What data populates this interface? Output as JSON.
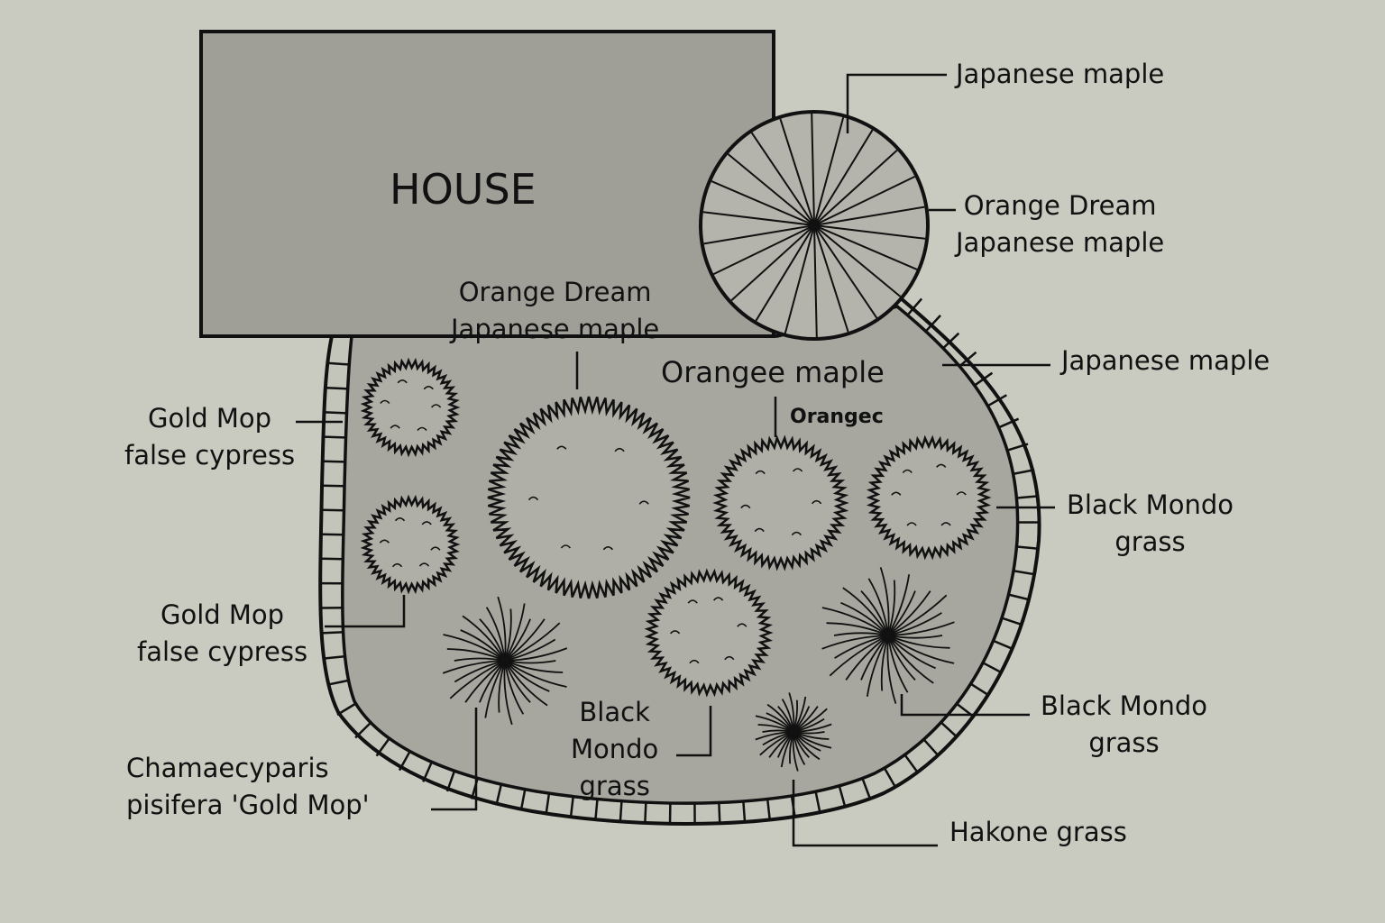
{
  "title": "HOUSE",
  "colors": {
    "background": "#c9cbc0",
    "house_fill": "#9f9e97",
    "bed_fill": "#a7a69f",
    "border_fill": "#c4c5ba",
    "ink": "#111111"
  },
  "labels": {
    "top_right_japanese_maple": "Japanese maple",
    "orange_dream_right": {
      "line1": "Orange Dream",
      "line2": "Japanese maple"
    },
    "orange_dream_center": {
      "line1": "Orange Dream",
      "line2": "Japanese maple"
    },
    "right_japanese_maple": "Japanese maple",
    "orangee_maple": "Orangee maple",
    "orangec": "Orangec",
    "gold_mop_upper": {
      "line1": "Gold Mop",
      "line2": "false cypress"
    },
    "gold_mop_lower": {
      "line1": "Gold Mop",
      "line2": "false cypress"
    },
    "black_mondo_right_upper": {
      "line1": "Black Mondo",
      "line2": "grass"
    },
    "black_mondo_right_lower": {
      "line1": "Black Mondo",
      "line2": "grass"
    },
    "black_mondo_center": {
      "line1": "Black",
      "line2": "Mondo",
      "line3": "grass"
    },
    "chamaecyparis": {
      "line1": "Chamaecyparis",
      "line2": "pisifera 'Gold Mop'"
    },
    "hakone_grass": "Hakone grass"
  },
  "icons": {
    "maple_tree": "radial-spoked-circle-icon",
    "shrub": "shrub-icon",
    "grass": "grass-clump-icon"
  }
}
